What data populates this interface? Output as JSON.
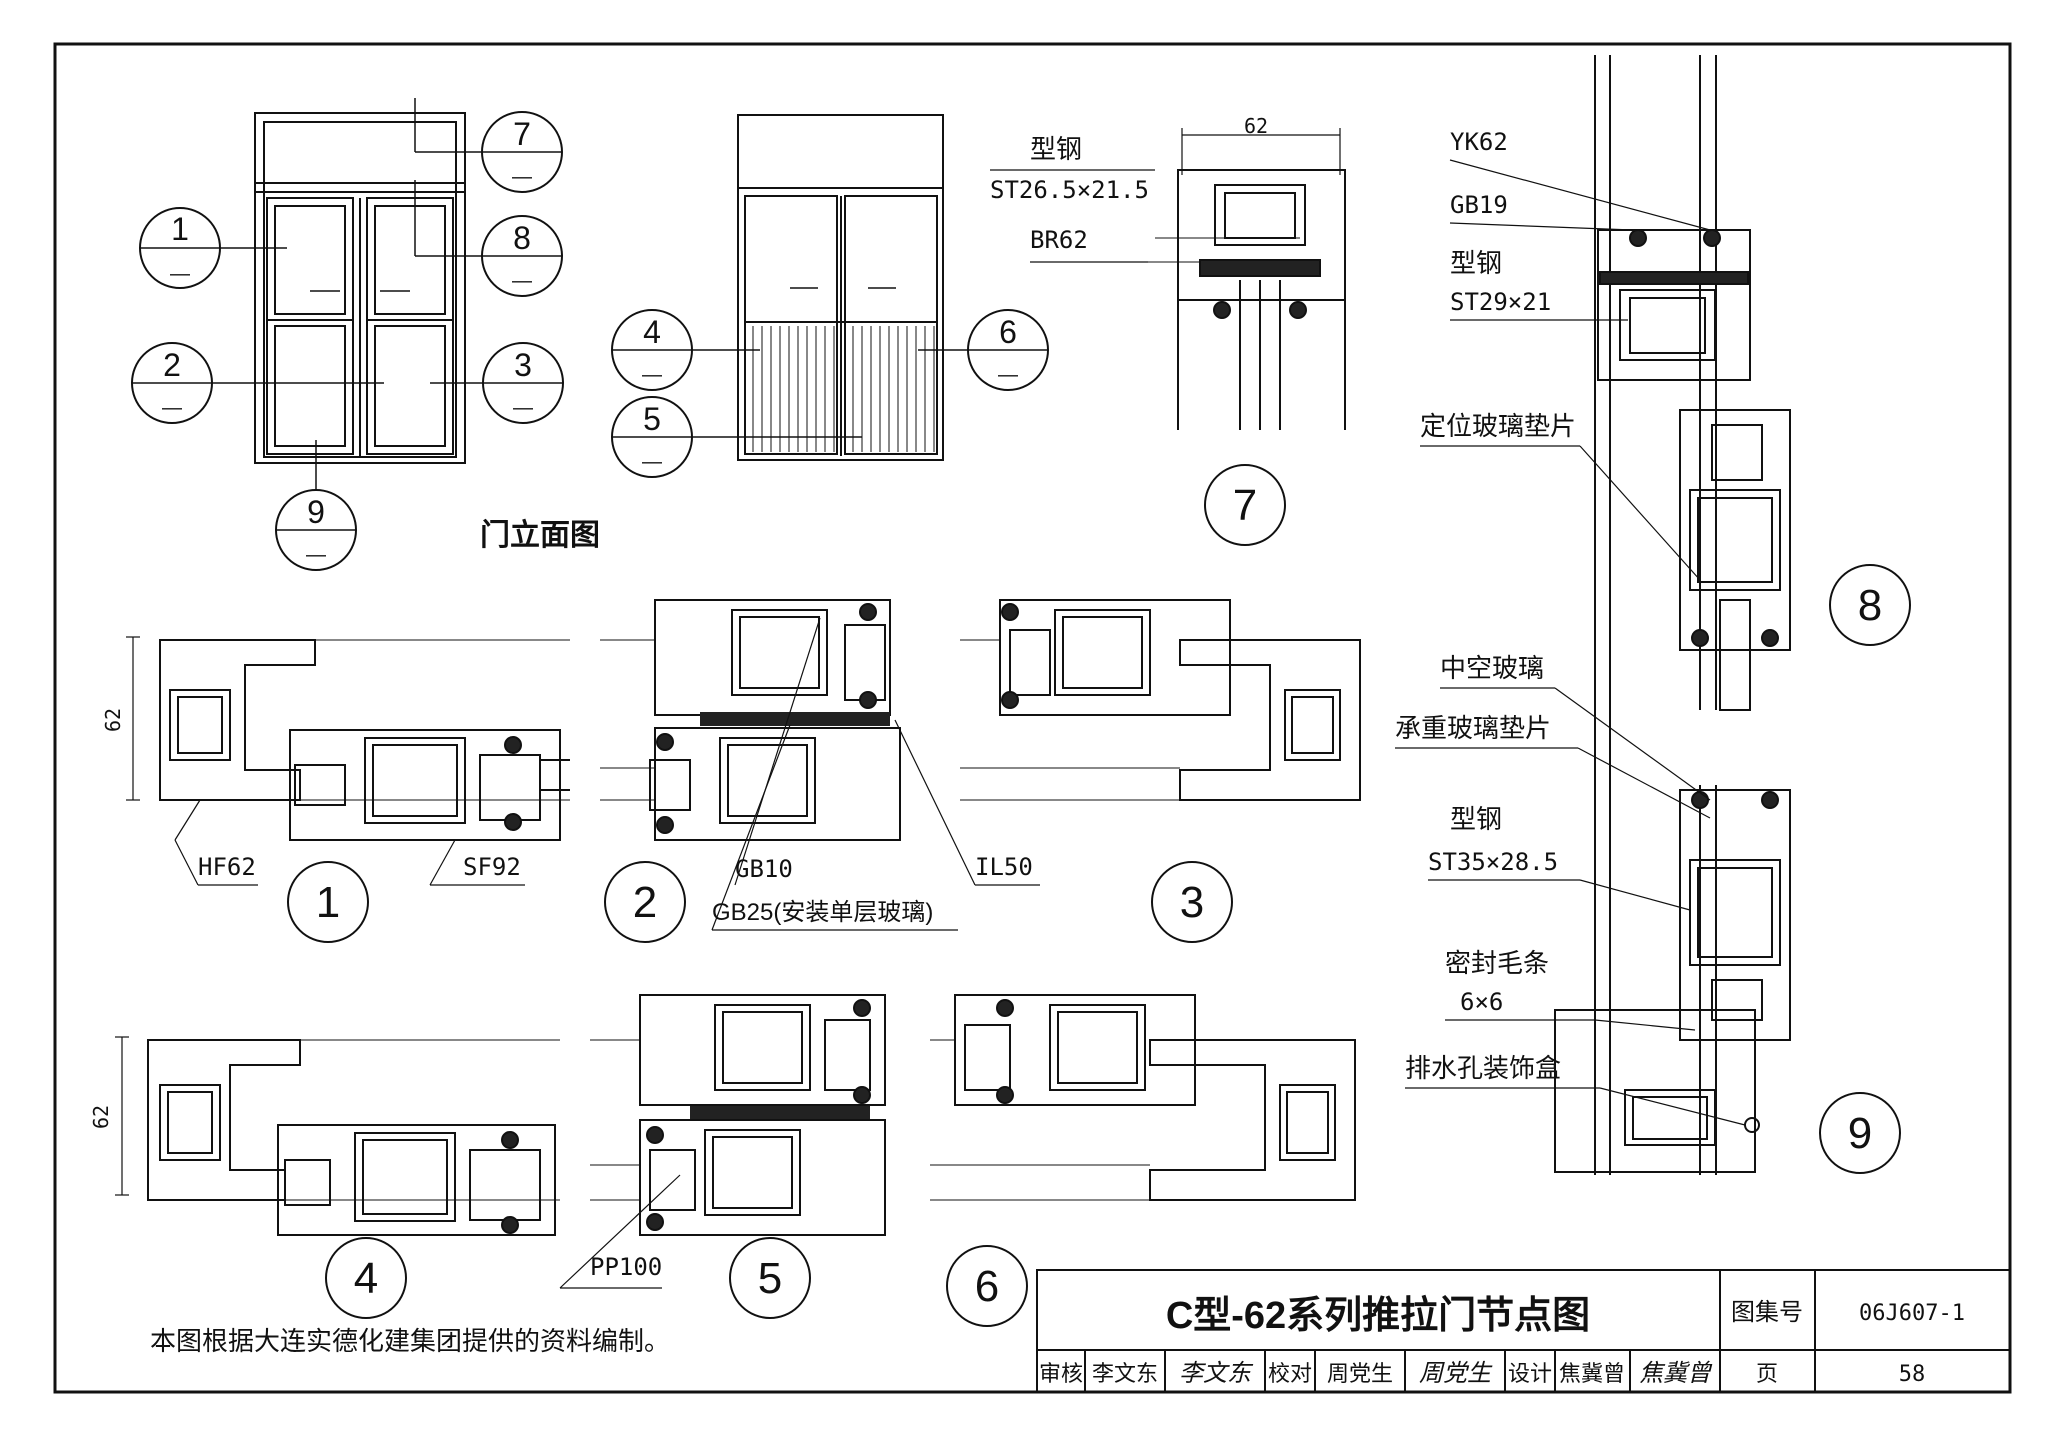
{
  "elevation": {
    "caption": "门立面图",
    "callouts": [
      {
        "id": "1",
        "sub": "—"
      },
      {
        "id": "2",
        "sub": "—"
      },
      {
        "id": "3",
        "sub": "—"
      },
      {
        "id": "4",
        "sub": "—"
      },
      {
        "id": "5",
        "sub": "—"
      },
      {
        "id": "6",
        "sub": "—"
      },
      {
        "id": "7",
        "sub": "—"
      },
      {
        "id": "8",
        "sub": "—"
      },
      {
        "id": "9",
        "sub": "—"
      }
    ]
  },
  "detail_numbers": [
    "1",
    "2",
    "3",
    "4",
    "5",
    "6",
    "7",
    "8",
    "9"
  ],
  "dimensions": {
    "d62_top": "62",
    "d62_left1": "62",
    "d62_left2": "62"
  },
  "labels": {
    "xinggang": "型钢",
    "st26": "ST26.5×21.5",
    "br62": "BR62",
    "yk62": "YK62",
    "gb19": "GB19",
    "xinggang2": "型钢",
    "st29": "ST29×21",
    "dingwei": "定位玻璃垫片",
    "zhongkong": "中空玻璃",
    "chengzhong": "承重玻璃垫片",
    "xinggang3": "型钢",
    "st35": "ST35×28.5",
    "mifeng": "密封毛条",
    "six_by_six": "6×6",
    "paishui": "排水孔装饰盒",
    "hf62": "HF62",
    "sf92": "SF92",
    "gb10": "GB10",
    "gb25": "GB25(安装单层玻璃)",
    "il50": "IL50",
    "pp100": "PP100"
  },
  "note": "本图根据大连实德化建集团提供的资料编制。",
  "title_block": {
    "title": "C型-62系列推拉门节点图",
    "atlas_label": "图集号",
    "atlas_no": "06J607-1",
    "review_label": "审核",
    "reviewer": "李文东",
    "reviewer_sig": "李文东",
    "check_label": "校对",
    "checker": "周党生",
    "checker_sig": "周党生",
    "design_label": "设计",
    "designer": "焦冀曾",
    "designer_sig": "焦冀曾",
    "page_label": "页",
    "page_no": "58"
  }
}
